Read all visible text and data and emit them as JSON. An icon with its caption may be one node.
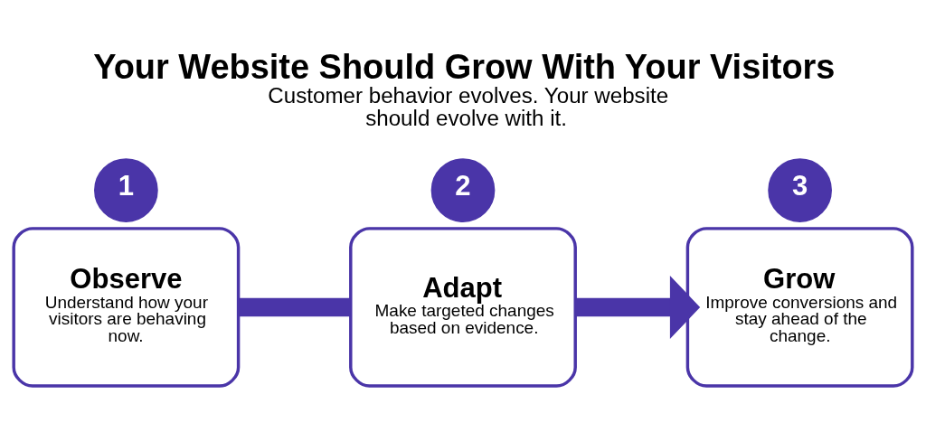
{
  "diagram": {
    "title": "Your Website Should Grow With Your Visitors",
    "caption": "Customer behavior evolves. Your website should evolve with it.",
    "nodes": [
      {
        "text": [
          "1"
        ]
      },
      {
        "text": [
          "Observe",
          "Understand how your visitors are behaving now."
        ]
      },
      {
        "text": [
          "2"
        ]
      },
      {
        "text": [
          "Adapt",
          "Make targeted changes based on evidence."
        ]
      },
      {
        "text": [
          "3"
        ]
      },
      {
        "text": [
          "Grow",
          "Improve conversions and stay ahead of the change."
        ]
      }
    ],
    "edges": [
      {
        "from": 1,
        "to": 3,
        "arrow": "none"
      },
      {
        "from": 3,
        "to": 5,
        "arrow": "to"
      }
    ]
  }
}
